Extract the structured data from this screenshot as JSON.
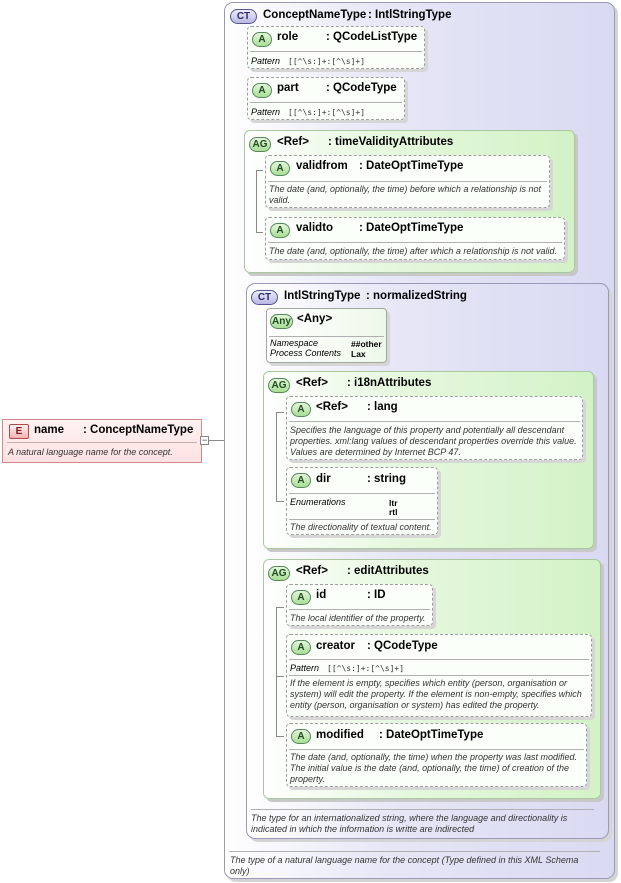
{
  "element": {
    "badge": "E",
    "name": "name",
    "type": ": ConceptNameType",
    "description": "A natural language name for the concept.",
    "collapse_glyph": "−"
  },
  "outer_ct": {
    "badge": "CT",
    "title": "ConceptNameType",
    "type": ": IntlStringType",
    "footer": "The type of a natural language name for the concept (Type defined in this XML Schema only)"
  },
  "attr_role": {
    "badge": "A",
    "name": "role",
    "type": ": QCodeListType",
    "pattern_label": "Pattern",
    "pattern": "[[^\\s:]+:[^\\s]+]"
  },
  "attr_part": {
    "badge": "A",
    "name": "part",
    "type": ": QCodeType",
    "pattern_label": "Pattern",
    "pattern": "[[^\\s:]+:[^\\s]+]"
  },
  "ag_time": {
    "badge": "AG",
    "ref": "<Ref>",
    "type": ": timeValidityAttributes",
    "validfrom": {
      "badge": "A",
      "name": "validfrom",
      "type": ": DateOptTimeType",
      "desc": "The date (and, optionally, the time) before which a relationship is not valid."
    },
    "validto": {
      "badge": "A",
      "name": "validto",
      "type": ": DateOptTimeType",
      "desc": "The date (and, optionally, the time) after which a relationship is not valid."
    }
  },
  "inner_ct": {
    "badge": "CT",
    "title": "IntlStringType",
    "type": ": normalizedString",
    "footer": "The type for an internationalized string, where the language and directionality is indicated in which the information is writte are indirected"
  },
  "any": {
    "badge": "Any",
    "title": "<Any>",
    "ns_label": "Namespace",
    "ns_value": "##other",
    "pc_label": "Process Contents",
    "pc_value": "Lax"
  },
  "ag_i18n": {
    "badge": "AG",
    "ref": "<Ref>",
    "type": ": i18nAttributes",
    "lang": {
      "badge": "A",
      "ref": "<Ref>",
      "type": ": lang",
      "desc": "Specifies the language of this property and potentially all descendant properties. xml:lang values of descendant properties override this value. Values are determined by Internet BCP 47."
    },
    "dir": {
      "badge": "A",
      "name": "dir",
      "type": ": string",
      "enum_label": "Enumerations",
      "enum": [
        "ltr",
        "rtl"
      ],
      "desc": "The directionality of textual content."
    }
  },
  "ag_edit": {
    "badge": "AG",
    "ref": "<Ref>",
    "type": ": editAttributes",
    "id": {
      "badge": "A",
      "name": "id",
      "type": ": ID",
      "desc": "The local identifier of the property."
    },
    "creator": {
      "badge": "A",
      "name": "creator",
      "type": ": QCodeType",
      "pattern_label": "Pattern",
      "pattern": "[[^\\s:]+:[^\\s]+]",
      "desc": "If the element is empty, specifies which entity (person, organisation or system) will edit the property. If the element is non-empty, specifies which entity (person, organisation or system) has edited the property."
    },
    "modified": {
      "badge": "A",
      "name": "modified",
      "type": ": DateOptTimeType",
      "desc": "The date (and, optionally, the time) when the property was last modified. The initial value is the date (and, optionally, the time) of creation of the property."
    }
  }
}
